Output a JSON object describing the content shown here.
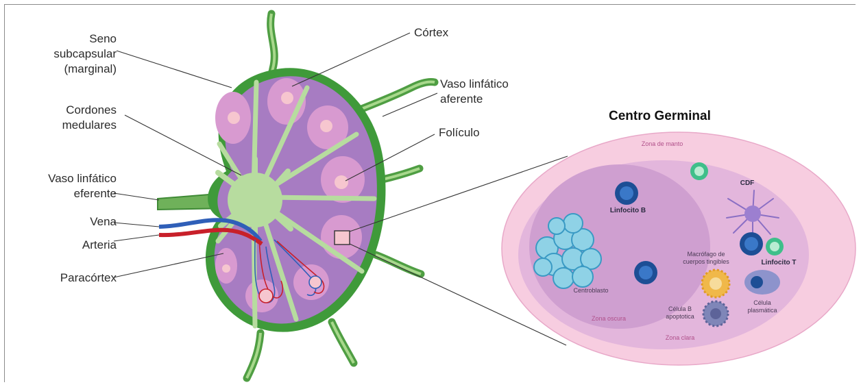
{
  "labels": {
    "seno_line1": "Seno",
    "seno_line2": "subcapsular",
    "seno_line3": "(marginal)",
    "cordones_line1": "Cordones",
    "cordones_line2": "medulares",
    "vaso_eferente_line1": "Vaso linfático",
    "vaso_eferente_line2": "eferente",
    "vena": "Vena",
    "arteria": "Arteria",
    "paracortex": "Paracórtex",
    "cortex": "Córtex",
    "vaso_aferente_line1": "Vaso linfático",
    "vaso_aferente_line2": "aferente",
    "foliculo": "Folículo"
  },
  "germinal_center": {
    "title": "Centro Germinal",
    "zona_manto": "Zona de manto",
    "zona_oscura": "Zona oscura",
    "zona_clara": "Zona clara",
    "linfocito_b": "Linfocito B",
    "linfocito_t": "Linfocito T",
    "cdf": "CDF",
    "centroblasto": "Centroblasto",
    "macrofago_line1": "Macrófago de",
    "macrofago_line2": "cuerpos tingibles",
    "celula_b_line1": "Célula B",
    "celula_b_line2": "apoptotica",
    "plasmatica_line1": "Célula",
    "plasmatica_line2": "plasmática"
  },
  "colors": {
    "capsule": "#3f9a3a",
    "trabecula": "#b7dc9f",
    "cortex": "#a77cc2",
    "follicle": "#e29ad2",
    "germinal": "#f6c6cf",
    "vein": "#2f5fb8",
    "artery": "#c8202a",
    "outer_ellipse": "#f7cde0",
    "inner_ellipse": "#d9a6d8"
  }
}
